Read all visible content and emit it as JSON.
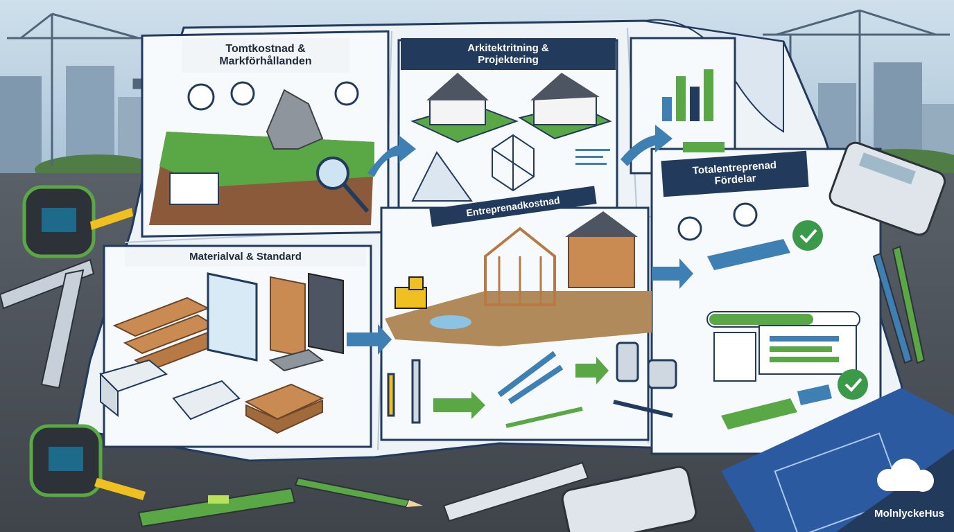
{
  "panels": {
    "site": {
      "title": "Tomtkostnad &\nMarkförhållanden"
    },
    "design": {
      "title": "Arkitektritning &\nProjektering"
    },
    "materials": {
      "title": "Materialval & Standard"
    },
    "construction": {
      "title": "Entreprenadkostnad"
    },
    "turnkey": {
      "title": "Totalentreprenad\nFördelar"
    }
  },
  "brand": {
    "name": "MolnlyckeHus"
  },
  "colors": {
    "navy": "#223a5c",
    "paper": "#eef3f8",
    "grass": "#5aa845",
    "soil": "#8a5a3a",
    "accent_blue": "#3e7fb4",
    "check_green": "#3a9a4a",
    "wood": "#c98b52",
    "desk": "#4a5058"
  }
}
